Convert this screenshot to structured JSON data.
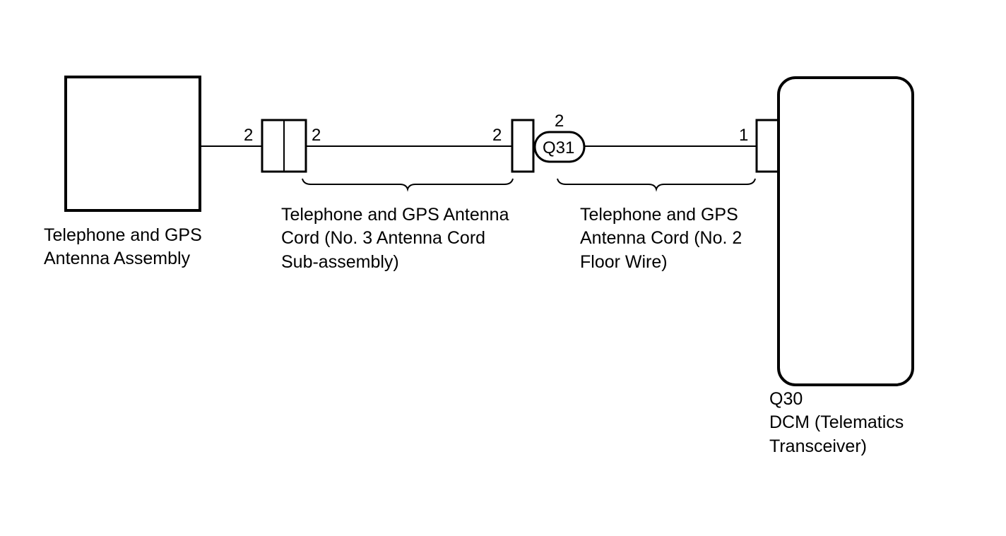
{
  "components": {
    "antenna_assembly": {
      "label_lines": [
        "Telephone and GPS",
        "Antenna Assembly"
      ]
    },
    "dcm": {
      "code": "Q30",
      "label_lines": [
        "DCM (Telematics",
        "Transceiver)"
      ]
    }
  },
  "cords": {
    "no3": {
      "label_lines": [
        "Telephone and GPS Antenna",
        "Cord (No. 3 Antenna Cord",
        "Sub-assembly)"
      ]
    },
    "no2": {
      "label_lines": [
        "Telephone and GPS",
        "Antenna Cord (No. 2",
        "Floor Wire)"
      ]
    }
  },
  "connectors": {
    "q31": {
      "code": "Q31"
    }
  },
  "pins": {
    "antenna_side": "2",
    "junction_out": "2",
    "cord_end": "2",
    "q31_top": "2",
    "dcm_in": "1"
  }
}
